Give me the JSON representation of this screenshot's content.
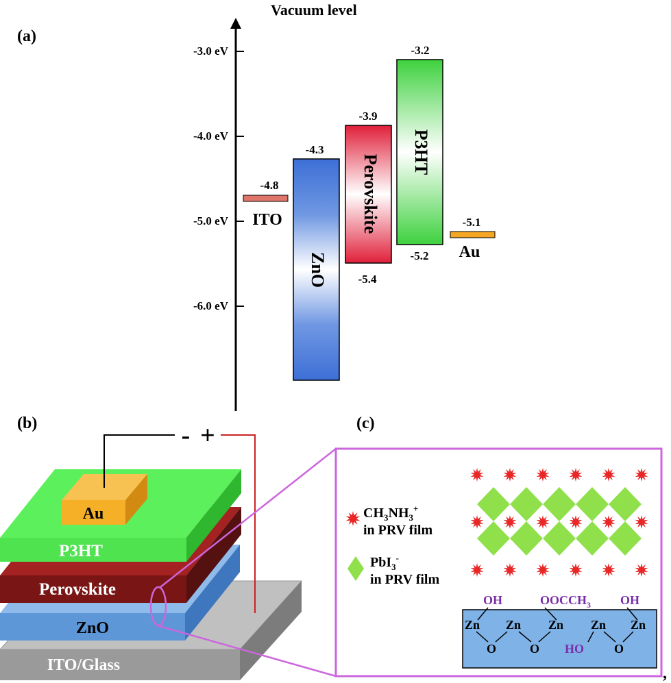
{
  "colors": {
    "ito": "#e0756b",
    "au_level": "#f5a623",
    "zno": "#3d6fd6",
    "perovskite": "#e0203a",
    "p3ht": "#3ed13e",
    "layer_au": "#f5b027",
    "layer_p3ht": "#4fe34f",
    "layer_perovskite": "#7a1515",
    "layer_zno": "#5d97d8",
    "layer_glass": "#9a9a9a",
    "ch3nh3": "#e82727",
    "pbi3": "#8fe04a",
    "substrate": "#7fb2e6",
    "purple_box": "#cc66dd",
    "purple_text": "#7a2faa"
  },
  "panel_a": {
    "label": "(a)",
    "axis_title": "Vacuum level",
    "ticks": [
      "-3.0 eV",
      "-4.0 eV",
      "-5.0 eV",
      "-6.0 eV"
    ],
    "levels": {
      "ito": {
        "name": "ITO",
        "value": "-4.8"
      },
      "zno": {
        "name": "ZnO",
        "top": "-4.3"
      },
      "perovskite": {
        "name": "Perovskite",
        "top": "-3.9",
        "bottom": "-5.4"
      },
      "p3ht": {
        "name": "P3HT",
        "top": "-3.2",
        "bottom": "-5.2"
      },
      "au": {
        "name": "Au",
        "value": "-5.1"
      }
    }
  },
  "panel_b": {
    "label": "(b)",
    "minus": "-",
    "plus": "+",
    "layers": {
      "au": "Au",
      "p3ht": "P3HT",
      "perovskite": "Perovskite",
      "zno": "ZnO",
      "glass": "ITO/Glass"
    }
  },
  "panel_c": {
    "label": "(c)",
    "legend_cation_formula": "CH3NH3+",
    "legend_cation_sub": "in PRV film",
    "legend_anion_formula": "PbI3-",
    "legend_anion_sub": "in PRV film",
    "groups": {
      "oh1": "OH",
      "ooc": "OOCCH3",
      "oh2": "OH",
      "ho": "HO",
      "zn": "Zn",
      "o": "O"
    }
  },
  "trailing_comma": ","
}
